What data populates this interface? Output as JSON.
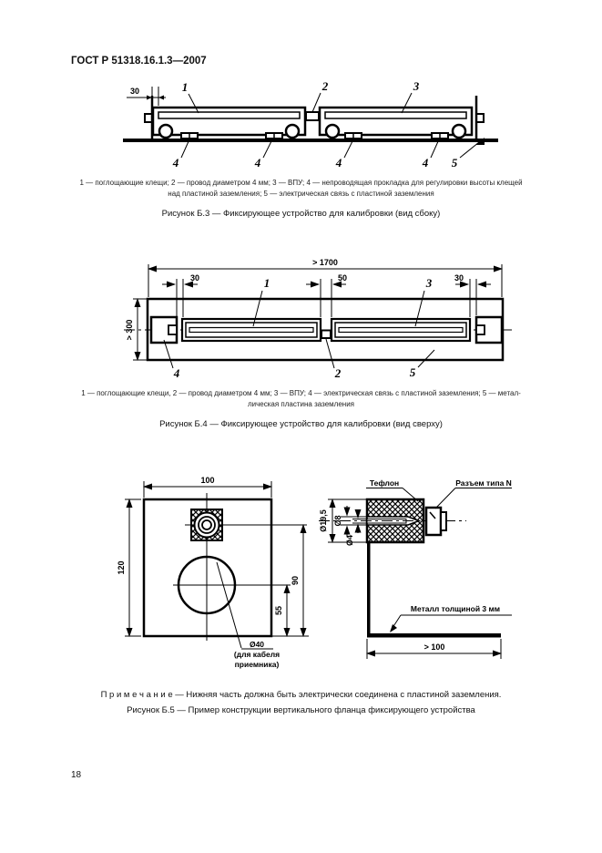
{
  "header": {
    "title": "ГОСТ Р 51318.16.1.3—2007"
  },
  "page_number": "18",
  "figure_b3": {
    "callouts": {
      "c1": "1",
      "c2": "2",
      "c3": "3",
      "c4": "4",
      "c5": "5"
    },
    "dims": {
      "d30": "30"
    },
    "legend_line1": "1 — поглощающие клещи; 2 — провод диаметром 4 мм; 3 — ВПУ; 4 — непроводящая прокладка для регулировки высоты клещей",
    "legend_line2": "над пластиной заземления; 5 — электрическая связь с пластиной заземления",
    "caption": "Рисунок Б.3 — Фиксирующее устройство для калибровки (вид сбоку)"
  },
  "figure_b4": {
    "callouts": {
      "c1": "1",
      "c2": "2",
      "c3": "3",
      "c4": "4",
      "c5": "5"
    },
    "dims": {
      "length": "> 1700",
      "left_gap": "30",
      "center_gap": "50",
      "right_gap": "30",
      "width": "> 300"
    },
    "legend_line1": "1 — поглощающие клещи, 2 — провод диаметром 4 мм; 3 — ВПУ; 4 — электрическая связь с пластиной заземления; 5 — метал-",
    "legend_line2": "лическая пластина заземления",
    "caption": "Рисунок Б.4 — Фиксирующее устройство для калибровки (вид сверху)"
  },
  "figure_b5": {
    "plate": {
      "width": "100",
      "height": "120",
      "dim90": "90",
      "dim55": "55",
      "hole_label1": "Ø40",
      "hole_label2": "(для кабеля",
      "hole_label3": "приемника)"
    },
    "connector": {
      "teflon": "Тефлон",
      "n_type": "Разъем типа N",
      "d_outer": "Ø19,5",
      "d_mid": "Ø8",
      "d_inner": "Ø4",
      "metal": "Металл толщиной 3 мм",
      "base_len": "> 100"
    },
    "note": "П р и м е ч а н и е — Нижняя часть должна быть электрически соединена с пластиной заземления.",
    "caption": "Рисунок Б.5 — Пример конструкции вертикального фланца фиксирующего устройства"
  }
}
